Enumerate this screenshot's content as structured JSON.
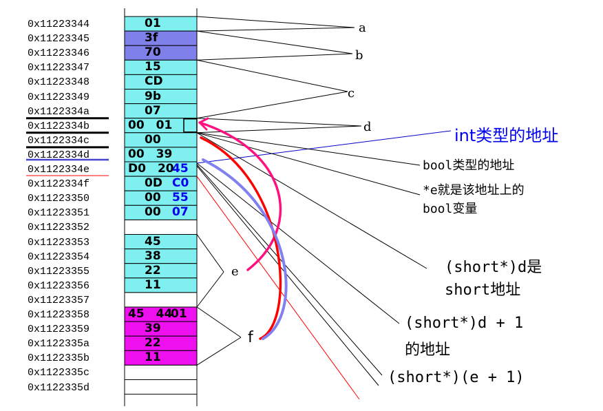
{
  "colors": {
    "cyan": "#7fefef",
    "purple": "#8080ea",
    "magenta": "#ee10ee",
    "white": "#ffffff",
    "blue_text": "#0000ee",
    "red": "#ff0000",
    "pink": "#ff1080",
    "lavender": "#8080f0"
  },
  "memory": [
    {
      "address": "0x11223344",
      "value": "01",
      "fill": "cyan"
    },
    {
      "address": "0x11223345",
      "value": "3f",
      "fill": "purple"
    },
    {
      "address": "0x11223346",
      "value": "70",
      "fill": "purple"
    },
    {
      "address": "0x11223347",
      "value": "15",
      "fill": "cyan"
    },
    {
      "address": "0x11223348",
      "value": "CD",
      "fill": "cyan"
    },
    {
      "address": "0x11223349",
      "value": "9b",
      "fill": "cyan"
    },
    {
      "address": "0x1122334a",
      "value": "07",
      "fill": "cyan"
    },
    {
      "address": "0x1122334b",
      "value": "00  01",
      "fill": "cyan",
      "boxed": "01"
    },
    {
      "address": "0x1122334c",
      "value": "00",
      "fill": "cyan"
    },
    {
      "address": "0x1122334d",
      "value": "00  39",
      "fill": "cyan"
    },
    {
      "address": "0x1122334e",
      "value": "D0  20",
      "fill": "cyan",
      "overlay": "45"
    },
    {
      "address": "0x1122334f",
      "value": "0D",
      "fill": "cyan",
      "overlay": "C0"
    },
    {
      "address": "0x11223350",
      "value": "00",
      "fill": "cyan",
      "overlay": "55"
    },
    {
      "address": "0x11223351",
      "value": "00",
      "fill": "cyan",
      "overlay": "07"
    },
    {
      "address": "0x11223352",
      "value": "",
      "fill": "white"
    },
    {
      "address": "0x11223353",
      "value": "45",
      "fill": "cyan"
    },
    {
      "address": "0x11223354",
      "value": "38",
      "fill": "cyan"
    },
    {
      "address": "0x11223355",
      "value": "22",
      "fill": "cyan"
    },
    {
      "address": "0x11223356",
      "value": "11",
      "fill": "cyan"
    },
    {
      "address": "0x11223357",
      "value": "",
      "fill": "white"
    },
    {
      "address": "0x11223358",
      "value": "45  44",
      "fill": "magenta",
      "overlay": "01"
    },
    {
      "address": "0x11223359",
      "value": "39",
      "fill": "magenta"
    },
    {
      "address": "0x1122335a",
      "value": "22",
      "fill": "magenta"
    },
    {
      "address": "0x1122335b",
      "value": "11",
      "fill": "magenta"
    },
    {
      "address": "0x1122335c",
      "value": "",
      "fill": "white"
    },
    {
      "address": "0x1122335d",
      "value": "",
      "fill": "white"
    }
  ],
  "variables": {
    "a": "a",
    "b": "b",
    "c": "c",
    "d": "d",
    "e": "e",
    "f": "f"
  },
  "annotations": {
    "int_addr": "int类型的地址",
    "bool_addr": "bool类型的地址",
    "deref_line1": "*e就是该地址上的",
    "deref_line2": "bool变量",
    "short_d_line1": "(short*)d是",
    "short_d_line2": "short地址",
    "short_d1_line1": "(short*)d + 1",
    "short_d1_line2": "的地址",
    "short_e1": "(short*)(e + 1)"
  }
}
